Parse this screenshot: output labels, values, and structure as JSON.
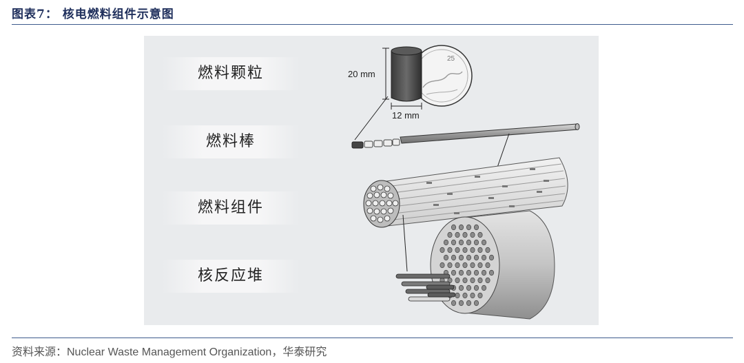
{
  "header": {
    "title": "图表7： 核电燃料组件示意图"
  },
  "diagram": {
    "labels": {
      "pellet": "燃料颗粒",
      "rod": "燃料棒",
      "assembly": "燃料组件",
      "reactor": "核反应堆"
    },
    "pellet_height": "20 mm",
    "pellet_width": "12 mm",
    "coin_value": "25"
  },
  "footer": {
    "source": "资料来源：Nuclear Waste Management Organization，华泰研究"
  }
}
